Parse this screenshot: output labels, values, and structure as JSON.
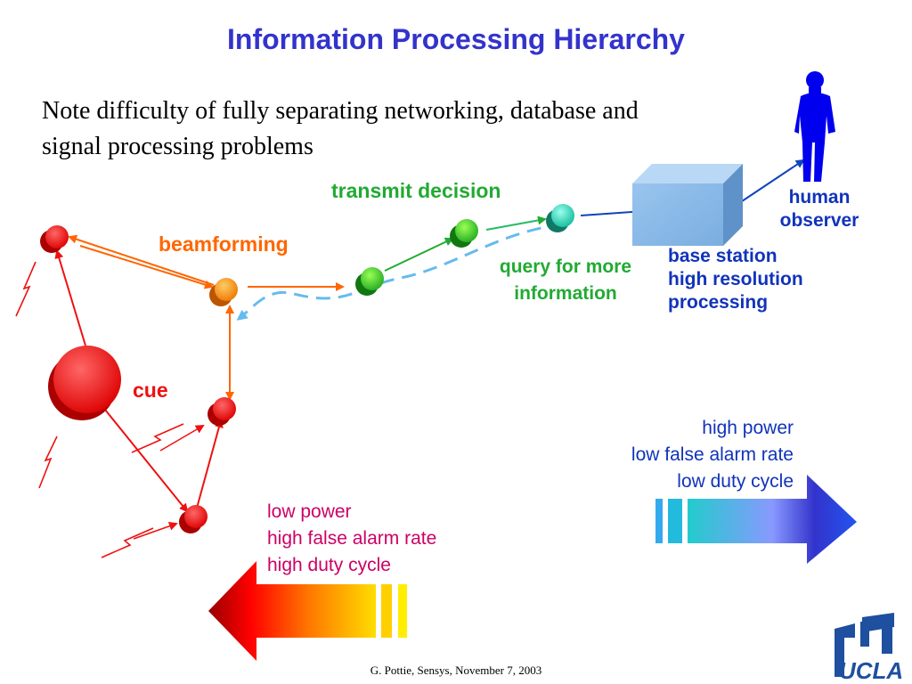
{
  "title": "Information Processing Hierarchy",
  "note": {
    "line1": "Note difficulty of fully separating networking, database and",
    "line2": "signal processing problems"
  },
  "labels": {
    "transmit_decision": "transmit decision",
    "beamforming": "beamforming",
    "query_line1": "query for more",
    "query_line2": "information",
    "human_line1": "human",
    "human_line2": "observer",
    "base_line1": "base station",
    "base_line2": "high resolution",
    "base_line3": "processing",
    "cue": "cue"
  },
  "legend_high": {
    "line1": "high power",
    "line2": "low false alarm rate",
    "line3": "low duty cycle"
  },
  "legend_low": {
    "line1": "low power",
    "line2": "high false alarm rate",
    "line3": "high duty cycle"
  },
  "footer": "G. Pottie, Sensys, November 7, 2003",
  "logo": {
    "text": "UCLA"
  },
  "colors": {
    "title": "#3333cc",
    "red_nodes": "#ee1111",
    "orange": "#ff6600",
    "green": "#22aa33",
    "blue_text": "#1133bb",
    "magenta_text": "#cc0066",
    "dashed_path": "#66bbee",
    "figure": "#0000ee",
    "box": "#88b8e8"
  }
}
